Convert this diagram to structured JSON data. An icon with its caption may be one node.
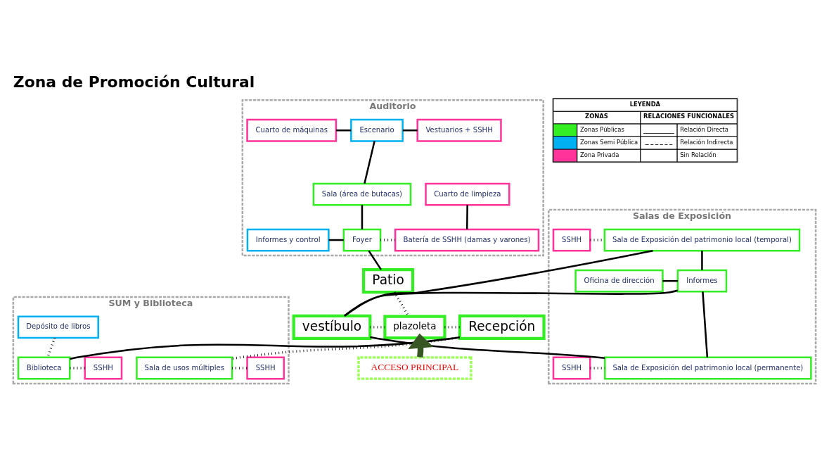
{
  "diagram": {
    "title": "Zona de Promoción Cultural",
    "nodes": [
      {
        "text": [
          "Auditorio"
        ]
      },
      {
        "text": [
          "Cuarto de máquinas"
        ],
        "in": 0
      },
      {
        "text": [
          "Escenario"
        ],
        "in": 0
      },
      {
        "text": [
          "Vestuarios + SSHH"
        ],
        "in": 0
      },
      {
        "text": [
          "Sala (área de butacas)"
        ],
        "in": 0
      },
      {
        "text": [
          "Cuarto de limpieza"
        ],
        "in": 0
      },
      {
        "text": [
          "Informes y control"
        ],
        "in": 0
      },
      {
        "text": [
          "Foyer"
        ],
        "in": 0
      },
      {
        "text": [
          "Batería de SSHH (damas y varones)"
        ],
        "in": 0
      },
      {
        "text": [
          "Salas de Exposición"
        ]
      },
      {
        "text": [
          "SSHH"
        ],
        "in": 9
      },
      {
        "text": [
          "Sala de Exposición del patrimonio local (temporal)"
        ],
        "in": 9
      },
      {
        "text": [
          "Oficina de dirección"
        ],
        "in": 9
      },
      {
        "text": [
          "Informes"
        ],
        "in": 9
      },
      {
        "text": [
          "SSHH"
        ],
        "in": 9
      },
      {
        "text": [
          "Sala de Exposición del patrimonio local (permanente)"
        ],
        "in": 9
      },
      {
        "text": [
          "Patio"
        ]
      },
      {
        "text": [
          "vestíbulo"
        ]
      },
      {
        "text": [
          "plazoleta"
        ]
      },
      {
        "text": [
          "SUM y Biblioteca"
        ]
      },
      {
        "text": [
          "Depósito de libros"
        ],
        "in": 19
      },
      {
        "text": [
          "Biblioteca"
        ],
        "in": 19
      },
      {
        "text": [
          "SSHH"
        ],
        "in": 19
      },
      {
        "text": [
          "Recepción"
        ]
      },
      {
        "text": [
          "Sala de usos múltiples"
        ],
        "in": 19
      },
      {
        "text": [
          "SSHH"
        ],
        "in": 19
      },
      {
        "text": [
          "ACCESO PRINCIPAL"
        ]
      }
    ],
    "edges": [
      {
        "from": 1,
        "to": 2,
        "arrow": "none"
      },
      {
        "from": 2,
        "to": 3,
        "arrow": "none"
      },
      {
        "from": 2,
        "to": 4,
        "arrow": "none"
      },
      {
        "from": 4,
        "to": 7,
        "arrow": "none"
      },
      {
        "from": 6,
        "to": 7,
        "arrow": "none"
      },
      {
        "from": 7,
        "to": 8,
        "arrow": "none",
        "style": "dashed"
      },
      {
        "from": 5,
        "to": 8,
        "arrow": "none"
      },
      {
        "from": 7,
        "to": 16,
        "arrow": "none"
      },
      {
        "from": 16,
        "to": 18,
        "arrow": "none",
        "style": "dashed"
      },
      {
        "from": 10,
        "to": 11,
        "arrow": "none",
        "style": "dashed"
      },
      {
        "from": 11,
        "to": 13,
        "arrow": "none"
      },
      {
        "from": 11,
        "to": 17,
        "arrow": "none"
      },
      {
        "from": 12,
        "to": 13,
        "arrow": "none"
      },
      {
        "from": 13,
        "to": 17,
        "arrow": "none"
      },
      {
        "from": 13,
        "to": 15,
        "arrow": "none"
      },
      {
        "from": 17,
        "to": 15,
        "arrow": "none"
      },
      {
        "from": 14,
        "to": 15,
        "arrow": "none",
        "style": "dashed"
      },
      {
        "from": 17,
        "to": 18,
        "arrow": "none",
        "style": "dashed"
      },
      {
        "from": 18,
        "to": 23,
        "arrow": "none",
        "style": "dashed"
      },
      {
        "from": 23,
        "to": 21,
        "arrow": "none"
      },
      {
        "from": 23,
        "to": 24,
        "arrow": "none",
        "style": "dashed"
      },
      {
        "from": 20,
        "to": 21,
        "arrow": "none",
        "style": "dashed"
      },
      {
        "from": 21,
        "to": 22,
        "arrow": "none",
        "style": "dashed"
      },
      {
        "from": 24,
        "to": 25,
        "arrow": "none",
        "style": "dashed"
      },
      {
        "from": 26,
        "to": 18,
        "arrow": "to",
        "style": "thick",
        "color": "#375623"
      }
    ],
    "labels": [
      "LEYENDA",
      "ZONAS",
      "RELACIONES FUNCIONALES"
    ],
    "legend": [
      {
        "text": "Zonas Públicas",
        "color": "#33ee22"
      },
      {
        "text": "Zonas Semi Pública",
        "color": "#00b0f0"
      },
      {
        "text": "Zona Privada",
        "color": "#ff3399"
      },
      {
        "text": "Relación Directa"
      },
      {
        "text": "Relación Indirecta"
      },
      {
        "text": "Sin Relación"
      }
    ]
  }
}
